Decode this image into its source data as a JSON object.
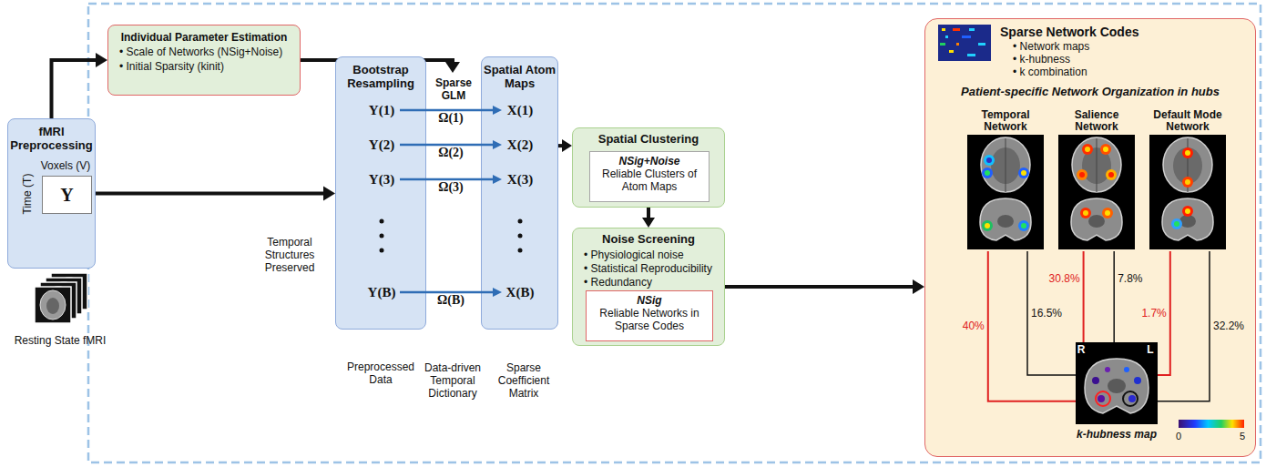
{
  "diagram": {
    "nodes": [
      {
        "text": [
          "fMRI Preprocessing"
        ]
      },
      {
        "text": [
          "Y"
        ],
        "in": 0
      },
      {
        "text": [
          "Individual Parameter Estimation",
          "• Scale of Networks (NSig+Noise)",
          "• Initial Sparsity (kinit)"
        ]
      },
      {
        "text": [
          "Bootstrap Resampling"
        ]
      },
      {
        "text": [
          "Y(1)"
        ],
        "in": 3
      },
      {
        "text": [
          "Y(2)"
        ],
        "in": 3
      },
      {
        "text": [
          "Y(3)"
        ],
        "in": 3
      },
      {
        "text": [
          "Y(B)"
        ],
        "in": 3
      },
      {
        "text": [
          "Spatial Atom Maps"
        ]
      },
      {
        "text": [
          "X(1)"
        ],
        "in": 8
      },
      {
        "text": [
          "X(2)"
        ],
        "in": 8
      },
      {
        "text": [
          "X(3)"
        ],
        "in": 8
      },
      {
        "text": [
          "X(B)"
        ],
        "in": 8
      },
      {
        "text": [
          "Spatial Clustering"
        ]
      },
      {
        "text": [
          "NSig+Noise",
          "Reliable Clusters of Atom Maps"
        ],
        "in": 13
      },
      {
        "text": [
          "Noise Screening",
          "• Physiological noise",
          "• Statistical Reproducibility",
          "• Redundancy"
        ]
      },
      {
        "text": [
          "NSig",
          "Reliable Networks in Sparse Codes"
        ],
        "in": 15
      },
      {
        "text": [
          "Sparse Network Codes",
          "• Network maps",
          "• k-hubness",
          "• k combination",
          "Patient-specific Network Organization in hubs"
        ]
      },
      {
        "text": [
          "Temporal Network"
        ],
        "in": 17
      },
      {
        "text": [
          "Salience Network"
        ],
        "in": 17
      },
      {
        "text": [
          "Default Mode Network"
        ],
        "in": 17
      },
      {
        "text": [
          "k-hubness map"
        ],
        "in": 17
      }
    ],
    "edges": [
      {
        "from": 0,
        "to": 2,
        "arrow": "to"
      },
      {
        "from": 0,
        "to": 3,
        "arrow": "to"
      },
      {
        "from": 4,
        "to": 9,
        "label": "Ω(1)",
        "arrow": "to"
      },
      {
        "from": 5,
        "to": 10,
        "label": "Ω(2)",
        "arrow": "to"
      },
      {
        "from": 6,
        "to": 11,
        "label": "Ω(3)",
        "arrow": "to"
      },
      {
        "from": 7,
        "to": 12,
        "label": "Ω(B)",
        "arrow": "to"
      },
      {
        "from": 8,
        "to": 13,
        "arrow": "to"
      },
      {
        "from": 13,
        "to": 15,
        "arrow": "to"
      },
      {
        "from": 15,
        "to": 17,
        "arrow": "to"
      },
      {
        "from": 18,
        "to": 21,
        "label": "40%",
        "arrow": "none"
      },
      {
        "from": 18,
        "to": 21,
        "label": "16.5%",
        "arrow": "none"
      },
      {
        "from": 19,
        "to": 21,
        "label": "30.8%",
        "arrow": "none"
      },
      {
        "from": 19,
        "to": 21,
        "label": "7.8%",
        "arrow": "none"
      },
      {
        "from": 20,
        "to": 21,
        "label": "1.7%",
        "arrow": "none"
      },
      {
        "from": 20,
        "to": 21,
        "label": "32.2%",
        "arrow": "none"
      }
    ],
    "labels": [
      "Voxels (V)",
      "Time (T)",
      "Resting State fMRI",
      "Temporal Structures Preserved",
      "Preprocessed Data",
      "Sparse GLM",
      "Data-driven Temporal Dictionary",
      "Sparse Coefficient Matrix",
      "R",
      "L",
      "0",
      "5"
    ]
  }
}
